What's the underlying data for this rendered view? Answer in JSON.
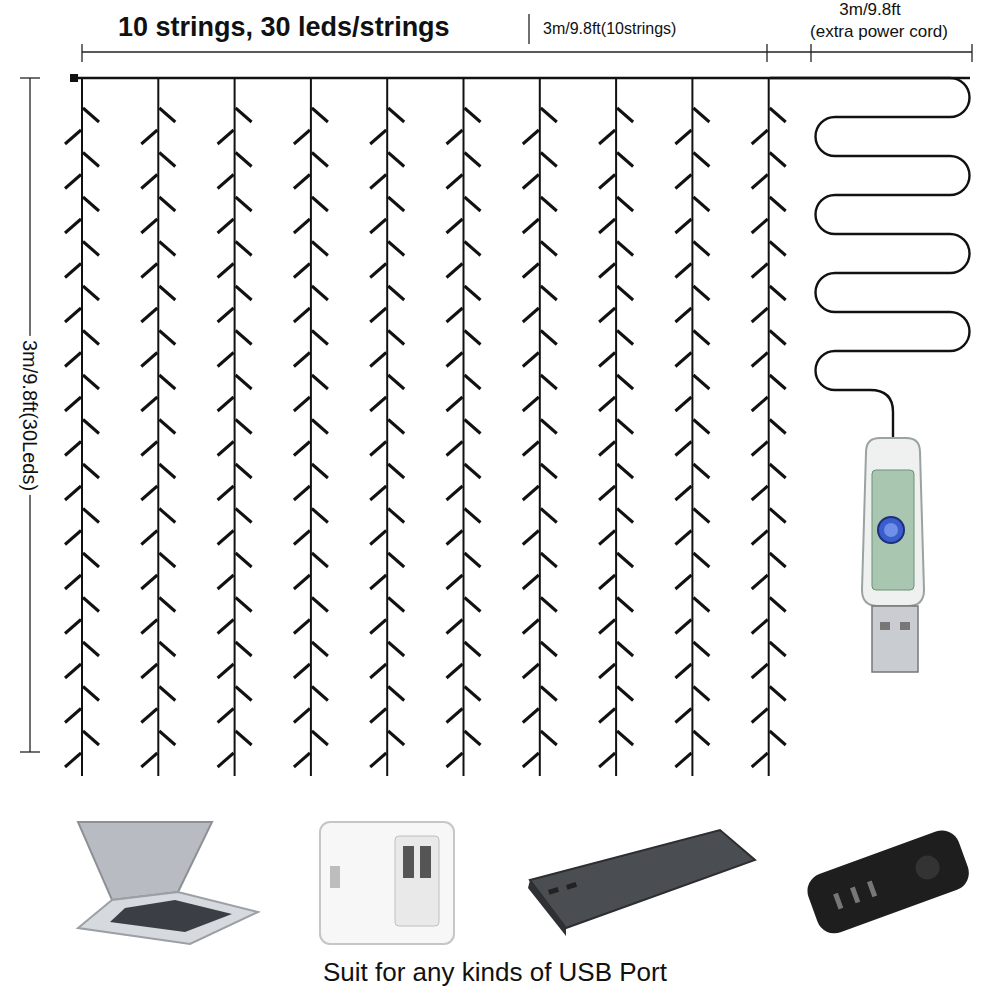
{
  "diagram": {
    "labels": [
      "10 strings, 30 leds/strings",
      "3m/9.8ft(10strings)",
      "3m/9.8ft",
      "(extra power cord)",
      "3m/9.8ft(30Leds)",
      "Suit for any kinds of USB Port"
    ]
  }
}
